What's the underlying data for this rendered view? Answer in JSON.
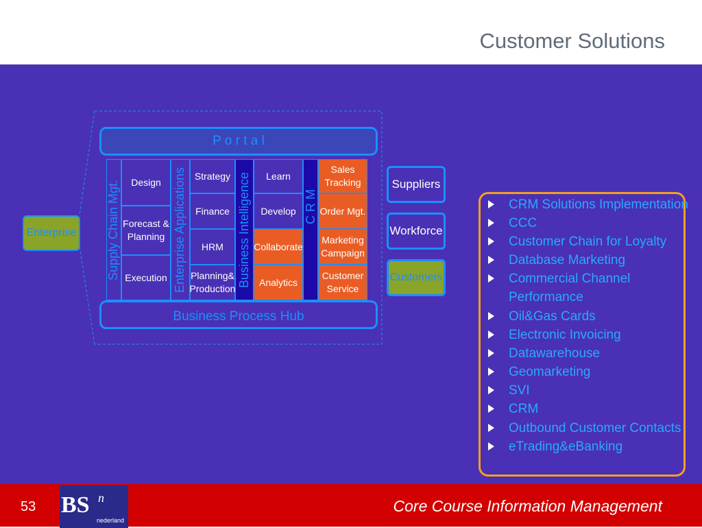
{
  "slide": {
    "title": "Customer Solutions",
    "page_number": "53",
    "course": "Core Course Information Management",
    "logo": {
      "bs": "BS",
      "n": "n",
      "sub": "nederland"
    }
  },
  "diagram": {
    "portal": "P o r t a l",
    "hub": "Business Process Hub",
    "enterprise": "Enterprise",
    "supply_chain": "Supply Chain Mgt.",
    "supply_cells": [
      "Design",
      "Forecast & Planning",
      "Execution"
    ],
    "enterprise_apps": "Enterprise Applications",
    "app_cells": [
      "Strategy",
      "Finance",
      "HRM",
      "Planning& Production"
    ],
    "bi": "Business Intelligence",
    "bi_cells": [
      "Learn",
      "Develop",
      "Collaborate",
      "Analytics"
    ],
    "crm": "C R M",
    "crm_cells": [
      "Sales Tracking",
      "Order Mgt.",
      "Marketing Campaign",
      "Customer Service"
    ],
    "right_boxes": [
      "Suppliers",
      "Workforce",
      "Customers"
    ]
  },
  "list": [
    "CRM Solutions Implementation",
    "CCC",
    "Customer Chain for Loyalty",
    "Database Marketing",
    "Commercial Channel",
    "Performance",
    "Oil&Gas Cards",
    "Electronic Invoicing",
    "Datawarehouse",
    "Geomarketing",
    "SVI",
    "CRM",
    "Outbound Customer Contacts",
    "eTrading&eBanking"
  ],
  "colors": {
    "background": "#4a30b4",
    "accent_blue": "#1c8fff",
    "orange": "#e95d24",
    "green_box": "#8aa329",
    "footer_red": "#d20000",
    "list_border": "#f5a020"
  }
}
